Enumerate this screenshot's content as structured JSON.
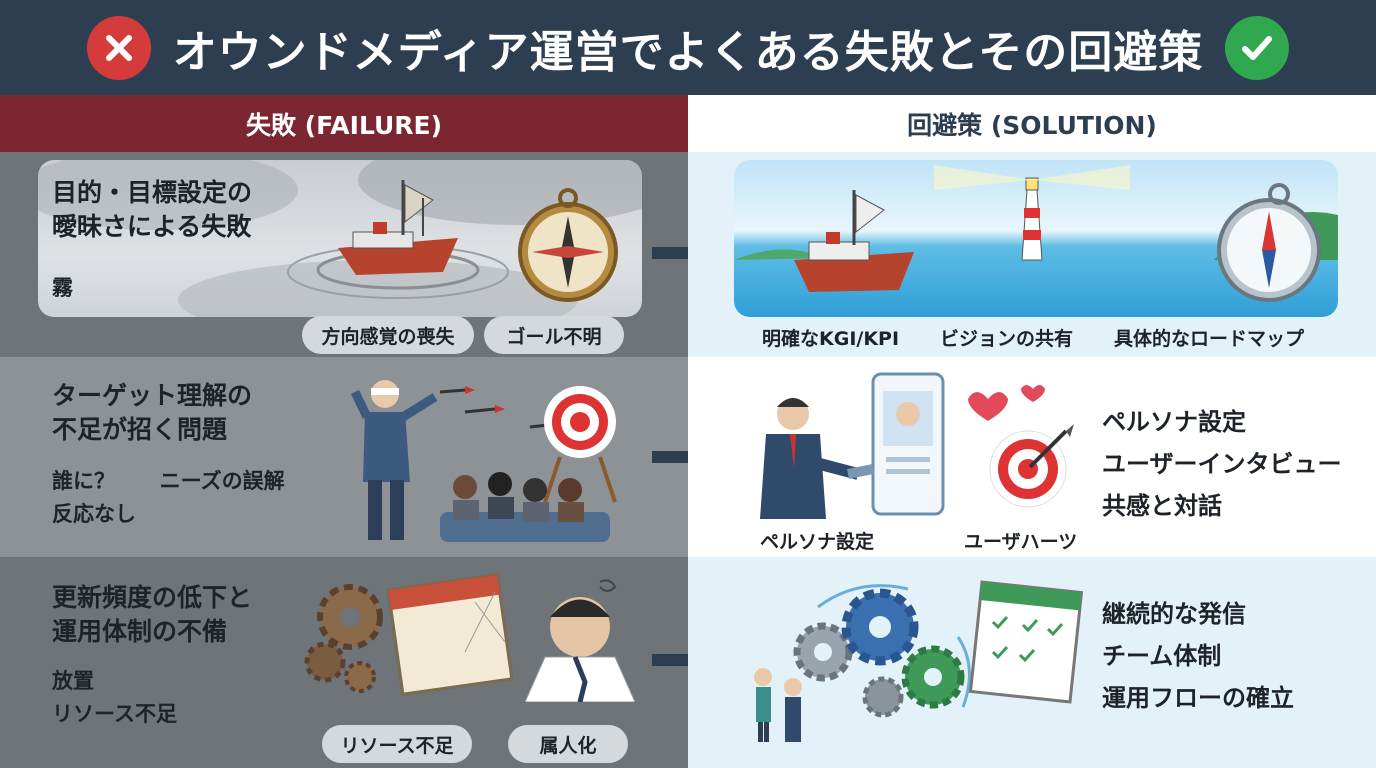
{
  "header": {
    "title": "オウンドメディア運営でよくある失敗とその回避策",
    "failure_label": "失敗 (FAILURE)",
    "solution_label": "回避策 (SOLUTION)"
  },
  "colors": {
    "title_bg": "#2c3e50",
    "failure_header": "#7b2630",
    "fail_badge": "#d63b3b",
    "ok_badge": "#2fa84f",
    "solution_bg": "#e3f1f8"
  },
  "rows": [
    {
      "failure": {
        "title_line1": "目的・目標設定の",
        "title_line2": "曖昧さによる失敗",
        "notes": [
          "霧"
        ],
        "tags": [
          "方向感覚の喪失",
          "ゴール不明"
        ]
      },
      "solution": {
        "labels": [
          "明確なKGI/KPI",
          "ビジョンの共有",
          "具体的なロードマップ"
        ]
      }
    },
    {
      "failure": {
        "title_line1": "ターゲット理解の",
        "title_line2": "不足が招く問題",
        "notes": [
          "誰に？",
          "ニーズの誤解",
          "反応なし"
        ]
      },
      "solution": {
        "labels": [
          "ペルソナ設定",
          "ユーザハーツ"
        ],
        "list": [
          "ペルソナ設定",
          "ユーザーインタビュー",
          "共感と対話"
        ]
      }
    },
    {
      "failure": {
        "title_line1": "更新頻度の低下と",
        "title_line2": "運用体制の不備",
        "notes": [
          "放置",
          "リソース不足"
        ],
        "tags": [
          "リソース不足",
          "属人化"
        ]
      },
      "solution": {
        "list": [
          "継続的な発信",
          "チーム体制",
          "運用フローの確立"
        ]
      }
    }
  ]
}
